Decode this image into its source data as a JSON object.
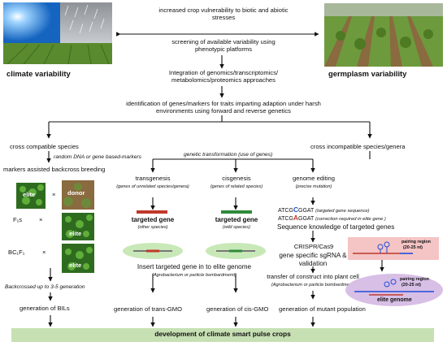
{
  "top": {
    "vulnerability": "increased crop vulnerability to biotic and abiotic",
    "vulnerability2": "stresses",
    "screening": "screening of available variability using",
    "screening2": "phenotypic platforms",
    "climate_label": "climate variability",
    "germplasm_label": "germplasm variability"
  },
  "steps": {
    "integration": "Integration of genomics/transcriptomics/",
    "integration2": "metabolomics/proteomics approaches",
    "identification": "identification of genes/markers for traits imparting adaption  under harsh",
    "identification2": "environments using forward and reverse genetics"
  },
  "branches": {
    "compatible": "cross compatible species",
    "incompatible": "cross incompatible species/genera",
    "random_dna": "random DNA or gene based-markers",
    "genetic_transformation": "genetic transformation (use of genes)"
  },
  "mab": {
    "title": "markers assisted backcross breeding",
    "elite": "elite",
    "donor": "donor",
    "times": "×",
    "f1": "F₁s",
    "bc1f1": "BC₁F₁",
    "backcrossed": "Backcrossed up to 3-5 generation",
    "bils": "generation of BILs"
  },
  "transgenesis": {
    "title": "transgenesis",
    "sub": "(genes of unrelated species/genera)",
    "gene": "targeted gene",
    "gene_sub": "(other  species)",
    "result": "generation of trans-GMO"
  },
  "cisgenesis": {
    "title": "cisgenesis",
    "sub": "(genes of related species)",
    "gene": "targeted gene",
    "gene_sub": "(wild species)",
    "result": "generation of cis-GMO"
  },
  "insert": {
    "title": "Insert targeted gene in to elite genome",
    "sub": "(Agrobacterium or particle bombardmemt)"
  },
  "editing": {
    "title": "genome editing",
    "sub": "(precise mutation)",
    "seq1_pre": "ATCG",
    "seq1_mut": "C",
    "seq1_post": "GGAT",
    "seq1_note": "(targeted gene sequence)",
    "seq2_pre": "ATCG",
    "seq2_mut": "A",
    "seq2_post": "GGAT",
    "seq2_note": "(correction required in elite gene )",
    "knowledge": "Sequence knowledge of targeted genes",
    "crispr": "CRISPR/Cas9",
    "sgrna": "gene specific sgRNA &",
    "validation": "validation",
    "transfer": "transfer of construct into plant cell",
    "transfer_sub": "(Agrobacterium or particle bombardment)",
    "pairing": "pairing region",
    "pairing_len": "(20-25 nt)",
    "elite_genome": "elite genome",
    "result": "generation of mutant population"
  },
  "footer": {
    "label": "development of climate smart pulse crops"
  },
  "colors": {
    "footer_bg": "#c6e0b4",
    "red_gene": "#c0392b",
    "green_gene": "#2e8b3a",
    "ellipse": "#c9e8b8",
    "pink_box": "#f5c4c4",
    "purple_ellipse": "#d8bfe6"
  }
}
